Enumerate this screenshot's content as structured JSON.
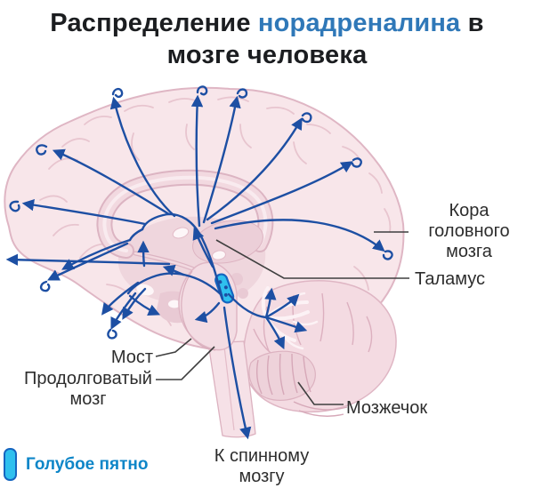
{
  "title": {
    "part1": "Распределение",
    "accent": "норадреналина",
    "part2": "в",
    "line2": "мозге человека"
  },
  "labels": {
    "cortex": [
      "Кора",
      "головного",
      "мозга"
    ],
    "thalamus": "Таламус",
    "pons": "Мост",
    "medulla": [
      "Продолговатый",
      "мозг"
    ],
    "cerebellum": "Мозжечок",
    "spinal_cord": [
      "К спинному",
      "мозгу"
    ]
  },
  "legend": {
    "marker_icon": "locus-coeruleus-pill-icon",
    "label": "Голубое пятно"
  },
  "colors": {
    "title_text": "#1b1d20",
    "title_accent": "#2f78b8",
    "pathway_blue": "#1d4fa3",
    "locus_coeruleus_cyan": "#2fc0ee",
    "locus_coeruleus_border": "#1565c0",
    "legend_text": "#0e86c8",
    "brain_fill": "#f8e6ea",
    "brain_outline": "#dfb6c4",
    "label_text": "#2d2d2d",
    "leader_line": "#3f3f3f"
  }
}
